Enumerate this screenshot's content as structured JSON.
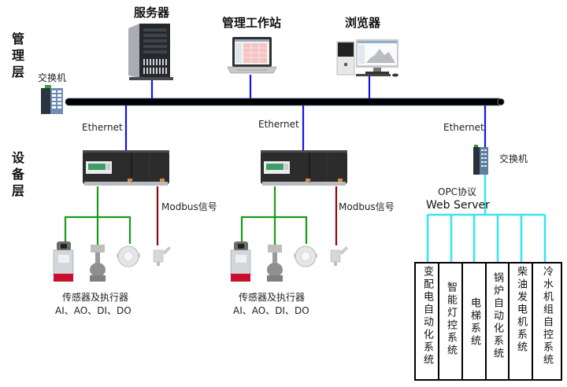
{
  "layers": {
    "management": "管理层",
    "device": "设备层"
  },
  "management_nodes": {
    "server": "服务器",
    "workstation": "管理工作站",
    "browser": "浏览器",
    "core_switch": "交换机"
  },
  "links": {
    "ethernet": [
      "Ethernet",
      "Ethernet",
      "Ethernet"
    ]
  },
  "controllers": [
    {
      "modbus": "Modbus信号",
      "devices": "传感器及执行器",
      "io": "AI、AO、DI、DO"
    },
    {
      "modbus": "Modbus信号",
      "devices": "传感器及执行器",
      "io": "AI、AO、DI、DO"
    }
  ],
  "integration": {
    "switch": "交换机",
    "protocol": "OPC协议",
    "server": "Web Server"
  },
  "subsystems": [
    {
      "name": "变配电自动化系统"
    },
    {
      "name": "智能灯控系统"
    },
    {
      "name": "电梯系统"
    },
    {
      "name": "锅炉自动化系统"
    },
    {
      "name": "柴油发电机系统"
    },
    {
      "name": "冷水机组自控系统"
    }
  ],
  "colors": {
    "bus": "#000000",
    "ethernet": "#1414e6",
    "io_signal": "#1a9a1a",
    "modbus": "#8b0a0a",
    "opc": "#3ae4ee"
  }
}
